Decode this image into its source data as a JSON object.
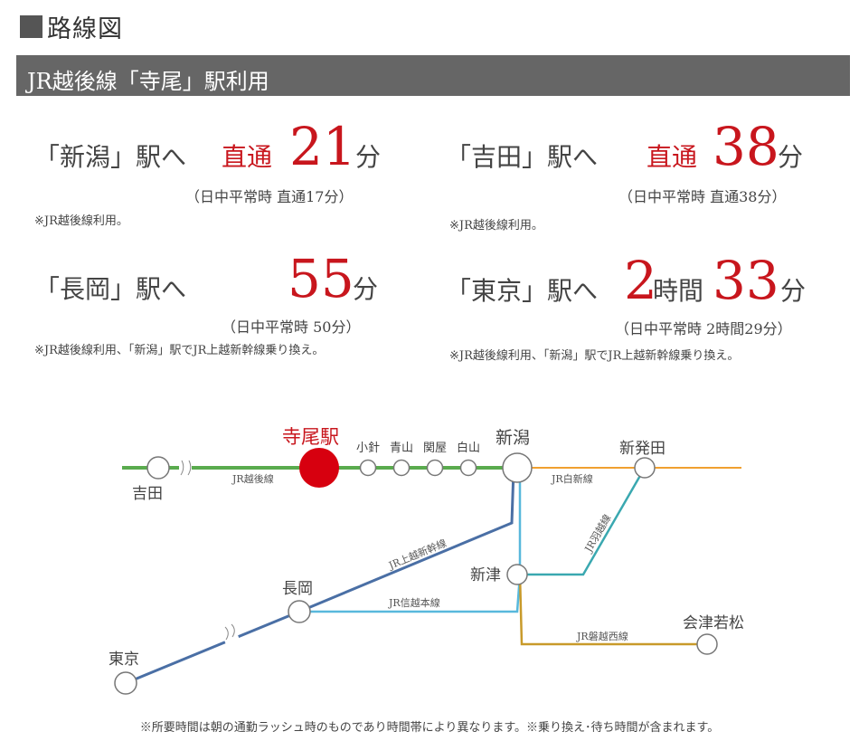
{
  "header": {
    "title": "路線図",
    "banner": "JR越後線「寺尾」駅利用"
  },
  "times": [
    {
      "dest": "「新潟」駅へ",
      "direct": "直通",
      "minutes": "21",
      "unit_min": "分",
      "sub": "（日中平常時 直通17分）",
      "note": "※JR越後線利用。"
    },
    {
      "dest": "「吉田」駅へ",
      "direct": "直通",
      "minutes": "38",
      "unit_min": "分",
      "sub": "（日中平常時 直通38分）",
      "note": "※JR越後線利用。"
    },
    {
      "dest": "「長岡」駅へ",
      "minutes": "55",
      "unit_min": "分",
      "sub": "（日中平常時 50分）",
      "note": "※JR越後線利用、「新潟」駅でJR上越新幹線乗り換え。"
    },
    {
      "dest": "「東京」駅へ",
      "hours": "2",
      "unit_hour": "時間",
      "minutes": "33",
      "unit_min": "分",
      "sub": "（日中平常時 2時間29分）",
      "note": "※JR越後線利用、「新潟」駅でJR上越新幹線乗り換え。"
    }
  ],
  "map": {
    "stations": {
      "terao": "寺尾駅",
      "kobari": "小針",
      "aoyama": "青山",
      "sekiya": "関屋",
      "hakusan": "白山",
      "niigata": "新潟",
      "shibata": "新発田",
      "yoshida": "吉田",
      "niitsu": "新津",
      "nagaoka": "長岡",
      "aizuwakamatsu": "会津若松",
      "tokyo": "東京"
    },
    "lines": {
      "echigo": "JR越後線",
      "hakushin": "JR白新線",
      "uetsu": "JR羽越線",
      "joetsu_shinkansen": "JR上越新幹線",
      "shinetsu": "JR信越本線",
      "banetsu_west": "JR磐越西線"
    },
    "colors": {
      "echigo": "#5aab4e",
      "hakushin": "#f0a030",
      "uetsu": "#3aa8b0",
      "joetsu_shinkansen": "#4a6fa5",
      "shinetsu": "#58b8dc",
      "banetsu_west": "#c89a2a",
      "terao_marker": "#d7000f"
    }
  },
  "footnote": "※所要時間は朝の通勤ラッシュ時のものであり時間帯により異なります。※乗り換え･待ち時間が含まれます。"
}
